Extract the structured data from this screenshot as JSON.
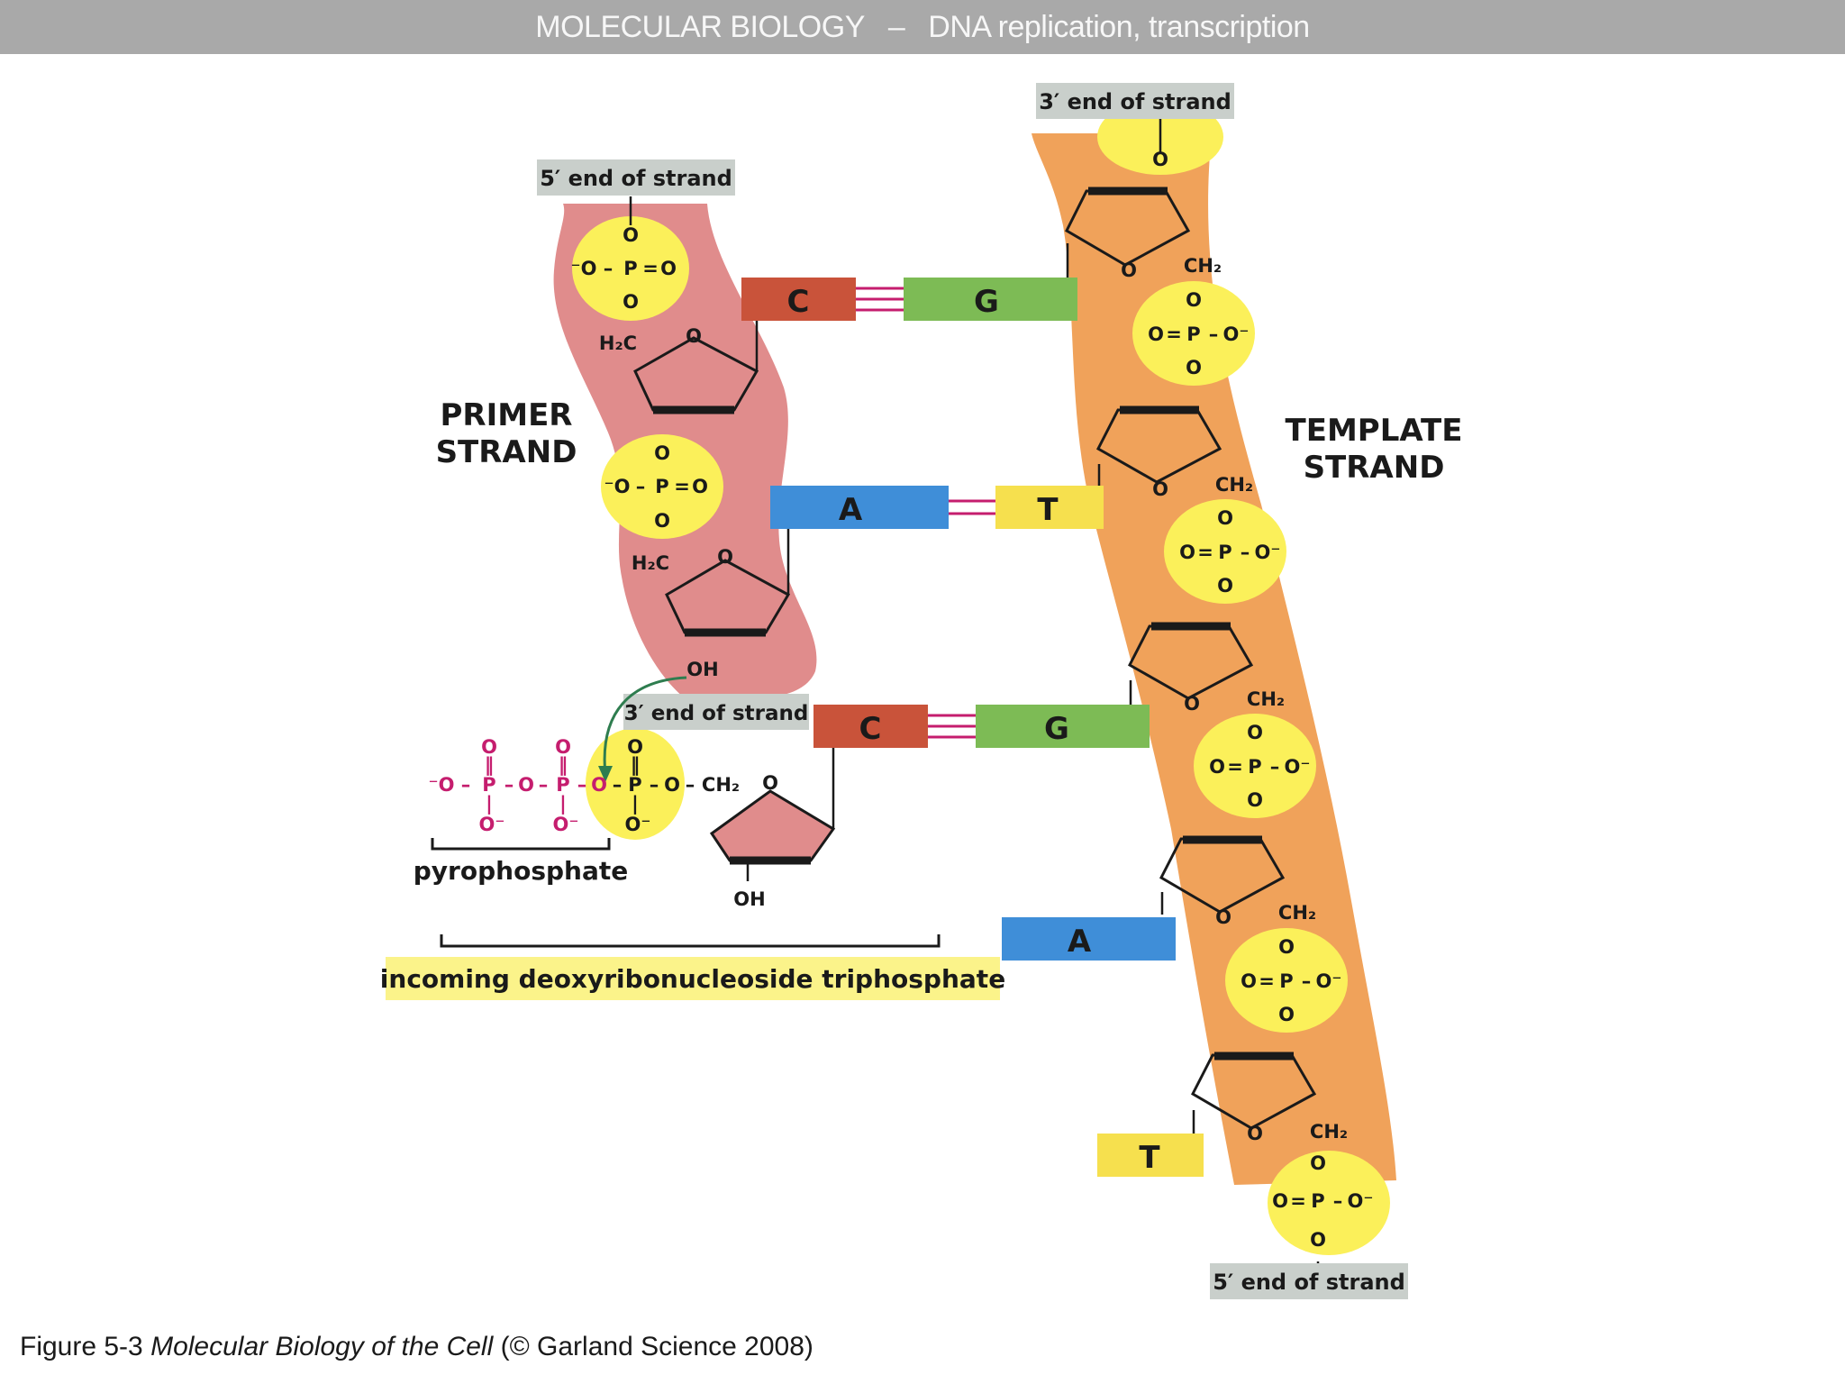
{
  "header": {
    "subject": "MOLECULAR BIOLOGY",
    "separator": "–",
    "topic": "DNA replication, transcription"
  },
  "labels": {
    "primer_line1": "PRIMER",
    "primer_line2": "STRAND",
    "template_line1": "TEMPLATE",
    "template_line2": "STRAND",
    "primer_5_end": "5′ end of strand",
    "primer_3_end": "3′ end of strand",
    "template_3_end": "3′ end of strand",
    "template_5_end": "5′ end of strand",
    "pyrophosphate": "pyrophosphate",
    "incoming": "incoming deoxyribonucleoside triphosphate"
  },
  "base_pairs": [
    {
      "left": "C",
      "right": "G"
    },
    {
      "left": "A",
      "right": "T"
    },
    {
      "left": "C",
      "right": "G"
    }
  ],
  "unpaired_template_bases": [
    "A",
    "T"
  ],
  "chem": {
    "O": "O",
    "Om": "O⁻",
    "mO": "⁻O",
    "P": "P",
    "OH": "OH",
    "H2C": "H₂C",
    "CH2": "CH₂",
    "dash": "–",
    "eq": "=",
    "bar": "|",
    "dbl": "‖"
  },
  "caption": {
    "fig": "Figure 5-3",
    "book": "Molecular Biology of the Cell",
    "copyright": "(© Garland Science 2008)"
  },
  "colors": {
    "header_bg": "#a9a9a9",
    "primer_strand": "#e08c8c",
    "template_strand": "#f0a25a",
    "phosphate_circle": "#fbf05a",
    "base_C": "#c9533a",
    "base_G": "#7dbb55",
    "base_A": "#3f8ed8",
    "base_T": "#f6e04e",
    "label_box": "#c9cfcb",
    "incoming_highlight": "#fbf38a",
    "hbond": "#c51d6e"
  }
}
